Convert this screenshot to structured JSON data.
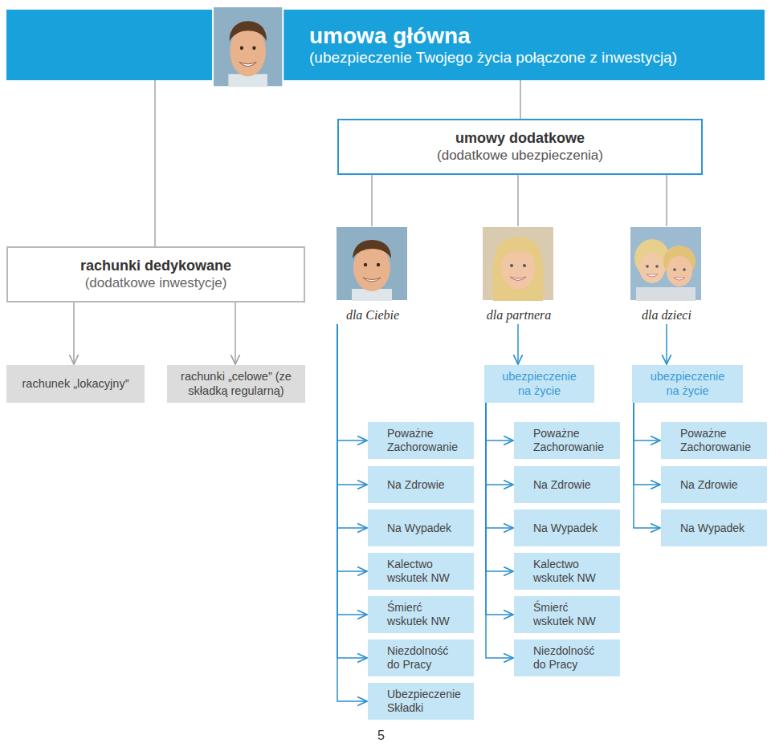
{
  "diagram": {
    "nodes": [
      {
        "text": [
          "umowa główna",
          "(ubezpieczenie Twojego życia połączone z inwestycją)"
        ]
      },
      {
        "text": [
          "umowy dodatkowe",
          "(dodatkowe ubezpieczenia)"
        ]
      },
      {
        "text": [
          "rachunki dedykowane",
          "(dodatkowe inwestycje)"
        ]
      },
      {
        "text": [
          "dla Ciebie"
        ]
      },
      {
        "text": [
          "dla partnera"
        ]
      },
      {
        "text": [
          "dla dzieci"
        ]
      },
      {
        "text": [
          "rachunek „lokacyjny”"
        ]
      },
      {
        "text": [
          "rachunki „celowe” (ze składką regularną)"
        ]
      },
      {
        "text": [
          "ubezpieczenie na życie"
        ]
      },
      {
        "text": [
          "ubezpieczenie na życie"
        ]
      },
      {
        "text": [
          "Poważne Zachorowanie"
        ]
      },
      {
        "text": [
          "Poważne Zachorowanie"
        ]
      },
      {
        "text": [
          "Poważne Zachorowanie"
        ]
      },
      {
        "text": [
          "Na Zdrowie"
        ]
      },
      {
        "text": [
          "Na Zdrowie"
        ]
      },
      {
        "text": [
          "Na Zdrowie"
        ]
      },
      {
        "text": [
          "Na Wypadek"
        ]
      },
      {
        "text": [
          "Na Wypadek"
        ]
      },
      {
        "text": [
          "Na Wypadek"
        ]
      },
      {
        "text": [
          "Kalectwo wskutek NW"
        ]
      },
      {
        "text": [
          "Kalectwo wskutek NW"
        ]
      },
      {
        "text": [
          "Śmierć wskutek NW"
        ]
      },
      {
        "text": [
          "Śmierć wskutek NW"
        ]
      },
      {
        "text": [
          "Niezdolność do Pracy"
        ]
      },
      {
        "text": [
          "Niezdolność do Pracy"
        ]
      },
      {
        "text": [
          "Ubezpieczenie Składki"
        ]
      }
    ],
    "edges": [
      {
        "from": 0,
        "to": 1,
        "arrow": "none"
      },
      {
        "from": 0,
        "to": 2,
        "arrow": "none"
      },
      {
        "from": 1,
        "to": 3,
        "arrow": "none"
      },
      {
        "from": 1,
        "to": 4,
        "arrow": "none"
      },
      {
        "from": 1,
        "to": 5,
        "arrow": "none"
      },
      {
        "from": 2,
        "to": 6,
        "arrow": "to"
      },
      {
        "from": 2,
        "to": 7,
        "arrow": "to"
      },
      {
        "from": 4,
        "to": 8,
        "arrow": "to"
      },
      {
        "from": 5,
        "to": 9,
        "arrow": "to"
      },
      {
        "from": 3,
        "to": 10,
        "arrow": "to"
      },
      {
        "from": 3,
        "to": 13,
        "arrow": "to"
      },
      {
        "from": 3,
        "to": 16,
        "arrow": "to"
      },
      {
        "from": 3,
        "to": 19,
        "arrow": "to"
      },
      {
        "from": 3,
        "to": 21,
        "arrow": "to"
      },
      {
        "from": 3,
        "to": 23,
        "arrow": "to"
      },
      {
        "from": 3,
        "to": 25,
        "arrow": "to"
      },
      {
        "from": 8,
        "to": 11,
        "arrow": "to"
      },
      {
        "from": 8,
        "to": 14,
        "arrow": "to"
      },
      {
        "from": 8,
        "to": 17,
        "arrow": "to"
      },
      {
        "from": 8,
        "to": 20,
        "arrow": "to"
      },
      {
        "from": 8,
        "to": 22,
        "arrow": "to"
      },
      {
        "from": 8,
        "to": 24,
        "arrow": "to"
      },
      {
        "from": 9,
        "to": 12,
        "arrow": "to"
      },
      {
        "from": 9,
        "to": 15,
        "arrow": "to"
      },
      {
        "from": 9,
        "to": 18,
        "arrow": "to"
      }
    ],
    "labels": [
      "5"
    ]
  }
}
